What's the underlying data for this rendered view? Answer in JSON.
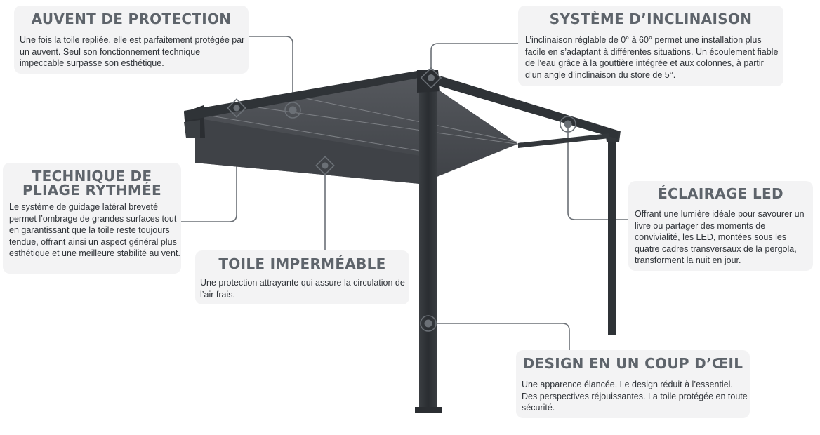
{
  "callouts": {
    "auvent": {
      "title": "AUVENT DE PROTECTION",
      "text": "Une fois la toile repliée, elle est parfaitement protégée par un auvent. Seul son fonctionnement technique impeccable surpasse son esthétique."
    },
    "inclinaison": {
      "title": "SYSTÈME D’INCLINAISON",
      "text": "L’inclinaison réglable de 0° à 60° permet une installation plus facile en s’adaptant à différentes situations. Un écoulement fiable de l’eau grâce à la gouttière intégrée et aux colonnes, à partir d’un angle d’inclinaison du store de 5°."
    },
    "technique": {
      "title_line1": "TECHNIQUE DE",
      "title_line2": "PLIAGE RYTHMÉE",
      "text": "Le système de guidage latéral breveté permet l’ombrage de grandes surfaces tout en garantissant que la toile reste toujours tendue, offrant ainsi un aspect général plus esthétique et une meilleure stabilité au vent."
    },
    "eclairage": {
      "title": "ÉCLAIRAGE LED",
      "text": "Offrant une lumière idéale pour savourer un livre ou partager des moments de convivialité, les LED, montées sous les quatre cadres transversaux de la pergola, transforment la nuit en jour."
    },
    "toile": {
      "title": "TOILE IMPERMÉABLE",
      "text": "Une protection attrayante qui assure la circulation de l’air frais."
    },
    "design": {
      "title": "DESIGN EN UN COUP D’ŒIL",
      "text": "Une apparence élancée. Le design réduit à l’essentiel. Des perspectives réjouissantes. La toile protégée en toute sécurité."
    }
  },
  "colors": {
    "frame": "#2f3337",
    "fabric": "#4a4d52",
    "leader": "#6b7076",
    "card_bg": "#f3f3f4",
    "title": "#5e646b"
  }
}
